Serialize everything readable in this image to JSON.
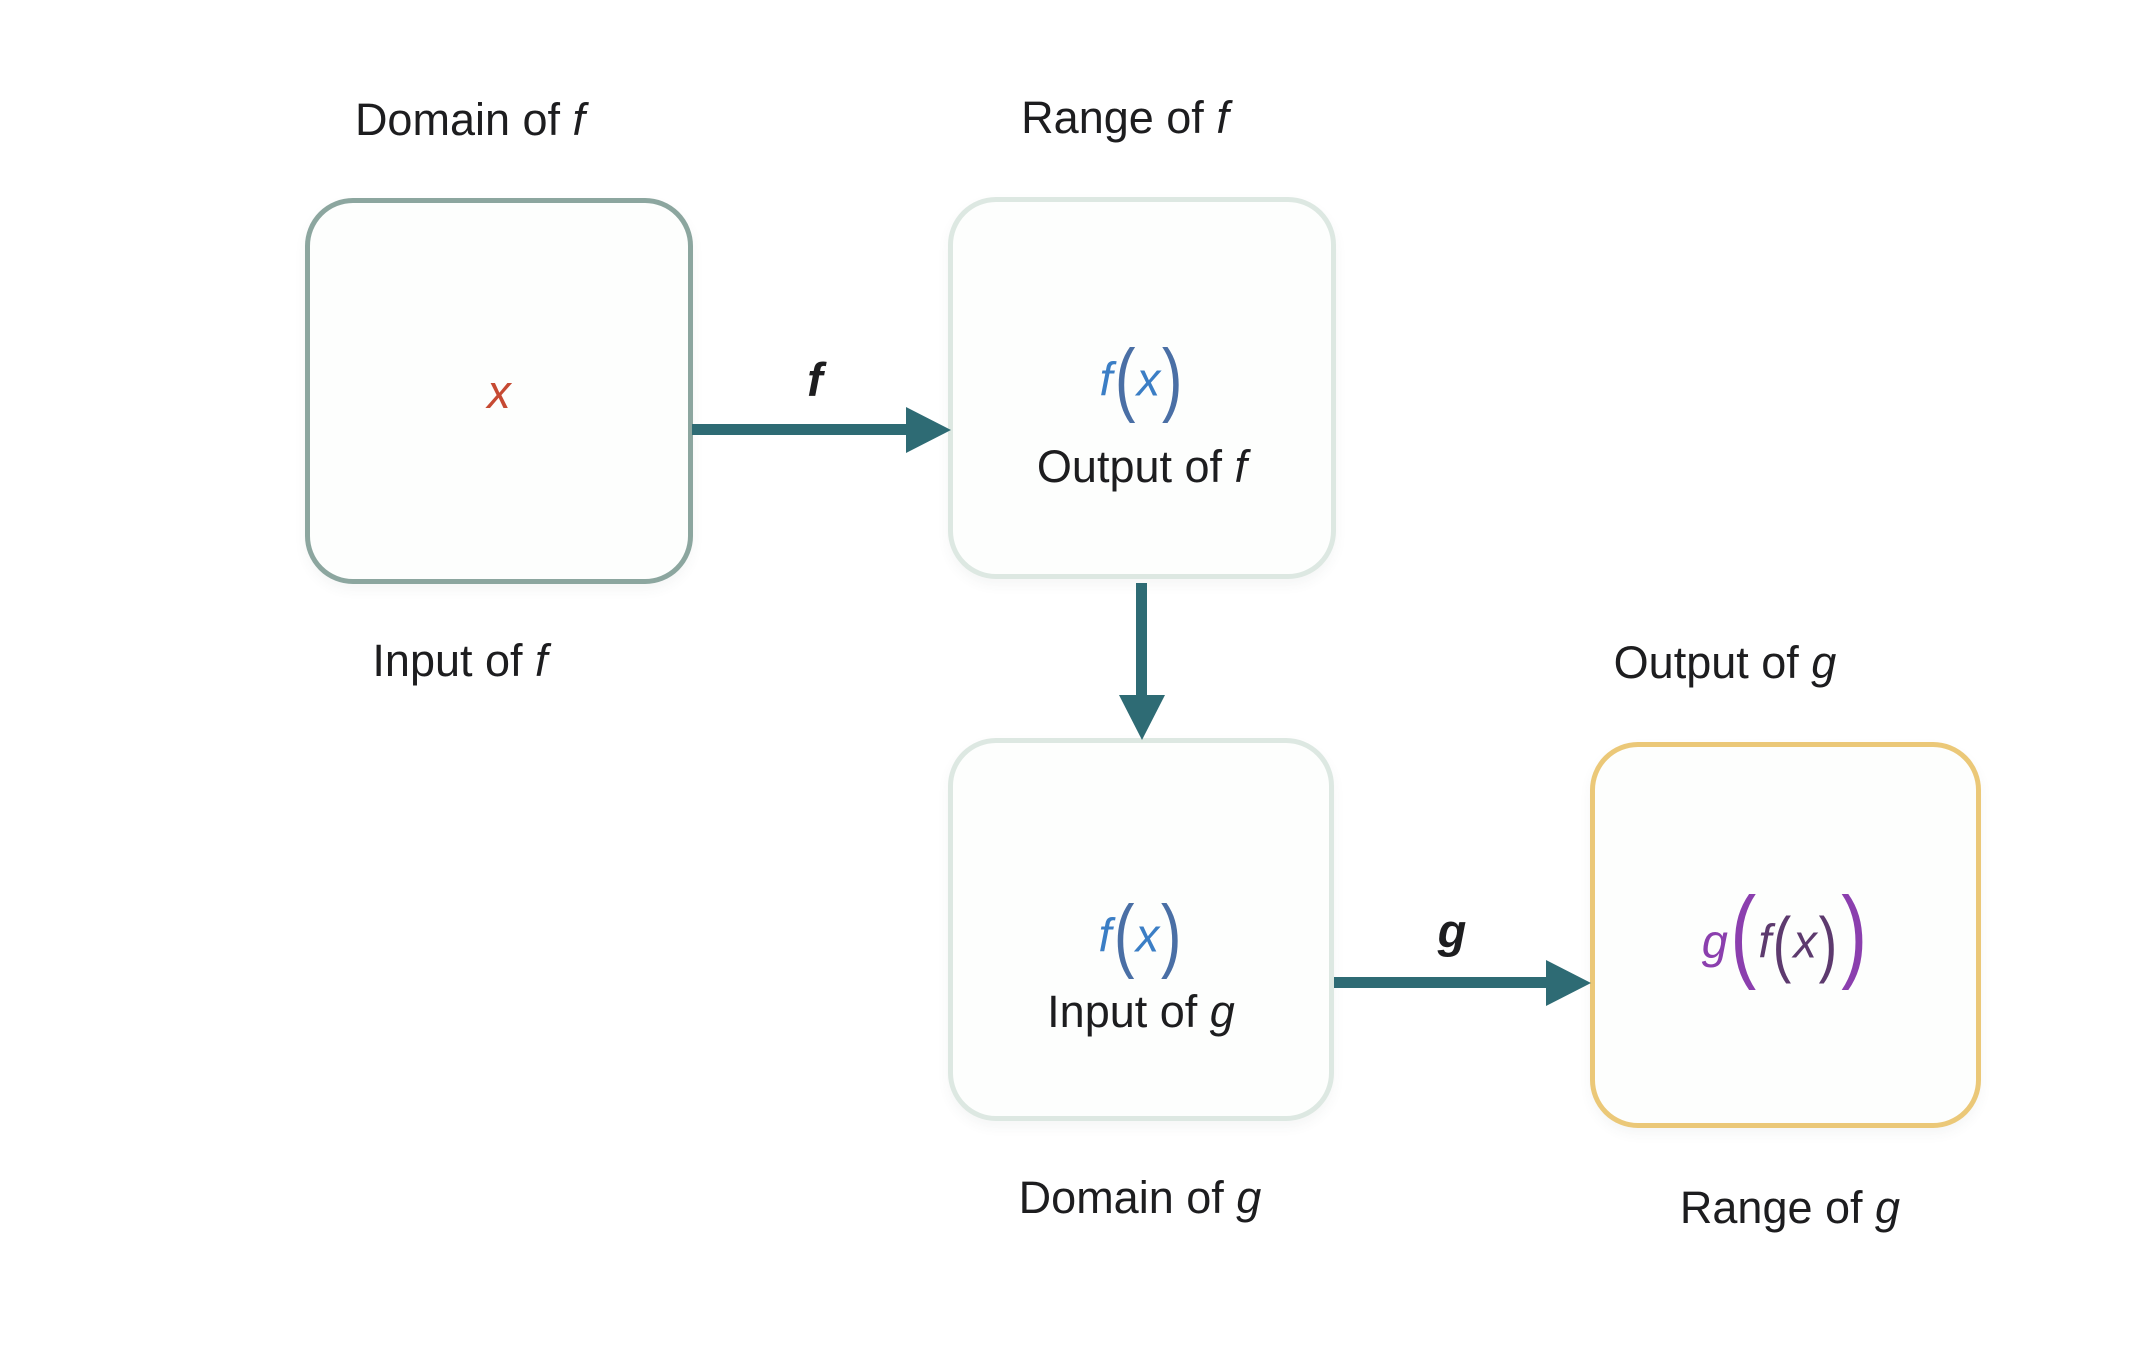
{
  "labels": {
    "domain_f": {
      "text": "Domain of ",
      "var": "f"
    },
    "range_f": {
      "text": "Range of ",
      "var": "f"
    },
    "input_f": {
      "text": "Input of ",
      "var": "f"
    },
    "output_f": {
      "text": "Output of ",
      "var": "f"
    },
    "domain_g": {
      "text": "Domain of ",
      "var": "g"
    },
    "input_g": {
      "text": "Input of ",
      "var": "g"
    },
    "output_g": {
      "text": "Output of ",
      "var": "g"
    },
    "range_g": {
      "text": "Range of ",
      "var": "g"
    }
  },
  "math": {
    "x_value": "x",
    "fx": {
      "f": "f",
      "open": "(",
      "x": "x",
      "close": ")"
    },
    "gfx": {
      "g": "g",
      "open_outer": "(",
      "f": "f",
      "open_inner": "(",
      "x": "x",
      "close_inner": ")",
      "close_outer": ")"
    }
  },
  "arrows": {
    "f_label": "f",
    "g_label": "g"
  },
  "colors": {
    "arrow_teal": "#2e6b74",
    "box_domain_f_border": "#8ca69f",
    "box_pale_border": "#dde8e2",
    "box_range_g_border": "#ebc878",
    "x_red": "#c64a33",
    "fx_blue": "#3b7ec5",
    "fx_paren_blue": "#4a6fa5",
    "gfx_purple": "#8b3fae",
    "gfx_inner_purple": "#5d3a6e",
    "label_text": "#1d1d1f"
  }
}
